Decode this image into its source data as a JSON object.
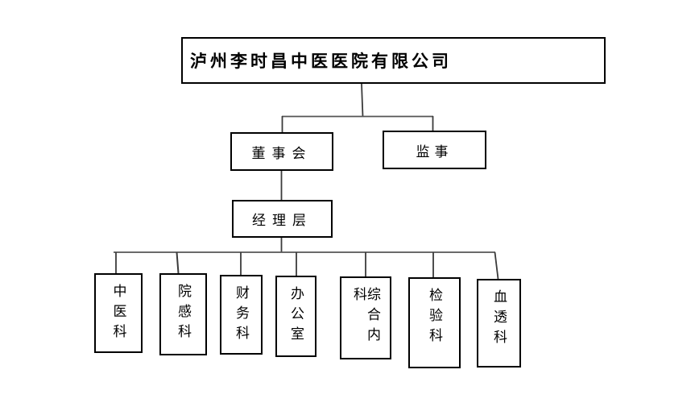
{
  "org_chart": {
    "root": {
      "label": "泸州李时昌中医医院有限公司"
    },
    "governance": [
      {
        "id": "board",
        "label": "董事会"
      },
      {
        "id": "supervisor",
        "label": "监事"
      }
    ],
    "management": {
      "label": "经理层"
    },
    "departments": [
      {
        "label": "中医科"
      },
      {
        "label": "院感科"
      },
      {
        "label": "财务科"
      },
      {
        "label": "办公室"
      },
      {
        "label": "综合内科"
      },
      {
        "label": "检验科"
      },
      {
        "label": "血透科"
      }
    ]
  },
  "colors": {
    "background": "#ffffff",
    "box_border": "#000000",
    "connector": "#4a4a4a",
    "text": "#000000"
  }
}
